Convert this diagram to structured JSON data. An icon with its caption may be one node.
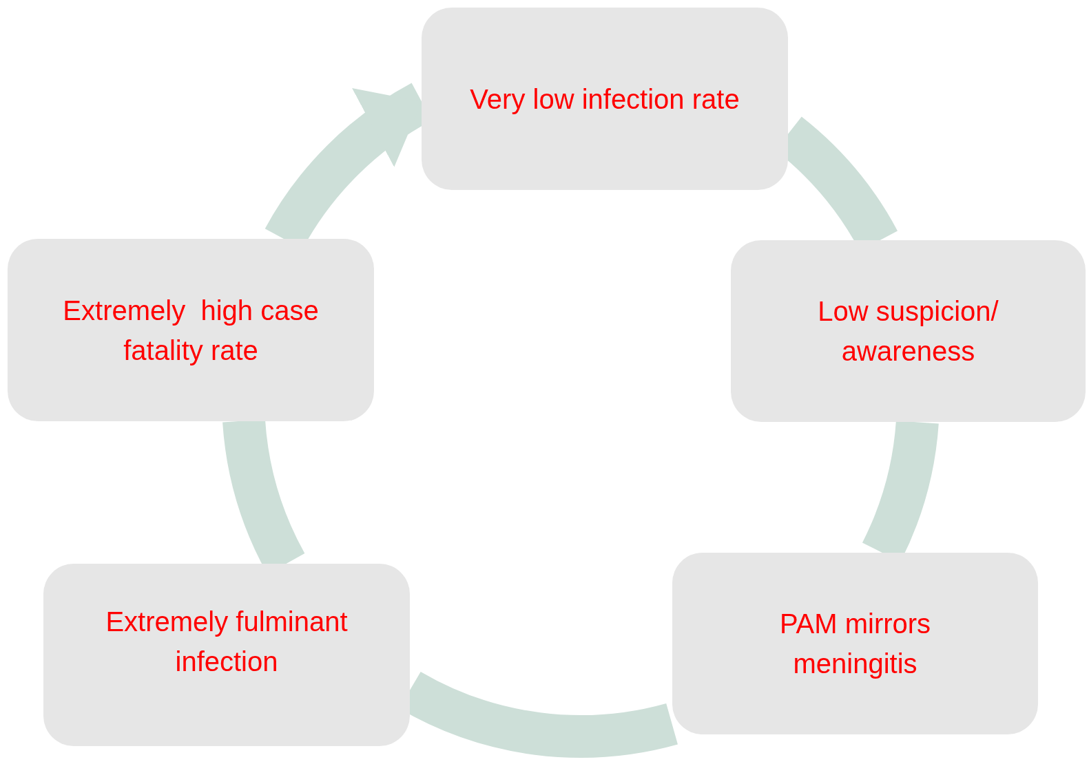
{
  "diagram": {
    "nodes": [
      {
        "text": [
          "Very low infection rate"
        ]
      },
      {
        "text": [
          "Low suspicion/ awareness"
        ]
      },
      {
        "text": [
          "PAM mirrors meningitis"
        ]
      },
      {
        "text": [
          "Extremely fulminant infection"
        ]
      },
      {
        "text": [
          "Extremely  high case fatality rate"
        ]
      }
    ],
    "edges": [
      {
        "from": 0,
        "to": 1,
        "arrow": "none"
      },
      {
        "from": 1,
        "to": 2,
        "arrow": "none"
      },
      {
        "from": 2,
        "to": 3,
        "arrow": "none"
      },
      {
        "from": 3,
        "to": 4,
        "arrow": "none"
      },
      {
        "from": 4,
        "to": 0,
        "arrow": "to"
      }
    ]
  }
}
